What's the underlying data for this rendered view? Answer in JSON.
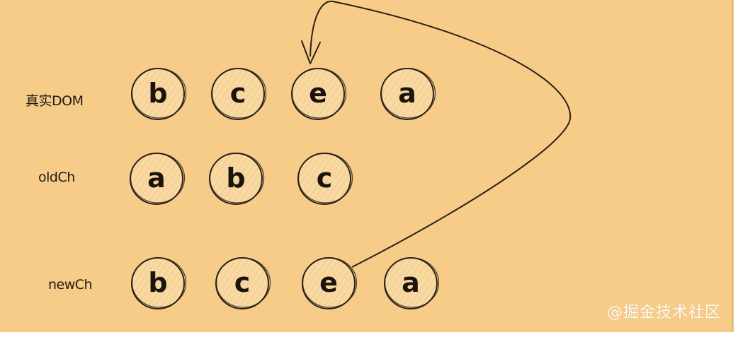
{
  "diagram": {
    "background_color": "#f7cc89",
    "node_fill_color": "#f9d9a2",
    "stroke_color": "#2a2118",
    "rows": [
      {
        "label": "真实DOM",
        "nodes": [
          "b",
          "c",
          "e",
          "a"
        ]
      },
      {
        "label": "oldCh",
        "nodes": [
          "a",
          "b",
          "c"
        ]
      },
      {
        "label": "newCh",
        "nodes": [
          "b",
          "c",
          "e",
          "a"
        ]
      }
    ],
    "arrow": {
      "from": "newCh e",
      "to": "真实DOM e"
    },
    "watermark": "@掘金技术社区"
  }
}
